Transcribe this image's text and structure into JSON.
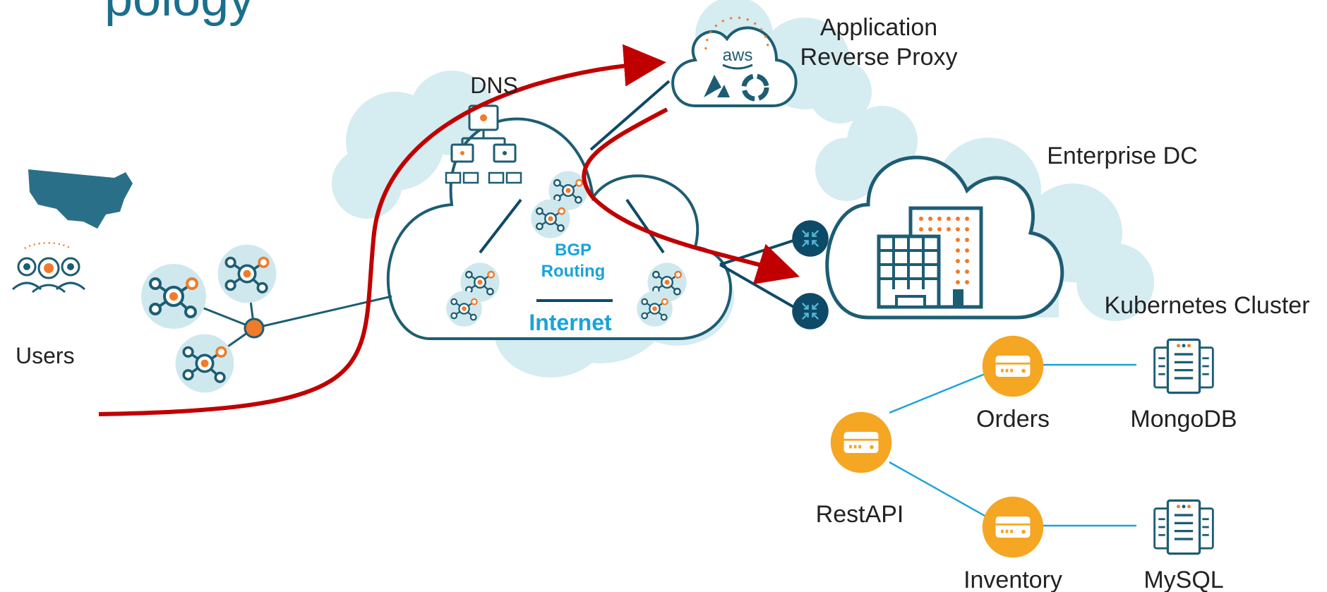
{
  "title_fragment": "pology",
  "nodes": {
    "users": "Users",
    "dns": "DNS",
    "bgp_line1": "BGP",
    "bgp_line2": "Routing",
    "internet": "Internet",
    "app_proxy_line1": "Application",
    "app_proxy_line2": "Reverse Proxy",
    "aws_logo": "aws",
    "enterprise_dc": "Enterprise DC",
    "kubernetes_cluster": "Kubernetes Cluster",
    "restapi": "RestAPI",
    "orders": "Orders",
    "inventory": "Inventory",
    "mongodb": "MongoDB",
    "mysql": "MySQL"
  },
  "colors": {
    "cloud_fill": "#d5ecf1",
    "cloud_stroke": "#1d5d73",
    "flow_arrow": "#c00000",
    "link_blue": "#1aa3d9",
    "link_dark": "#0d4a68",
    "service_orange": "#f5a623",
    "node_orange": "#f07b2a"
  }
}
